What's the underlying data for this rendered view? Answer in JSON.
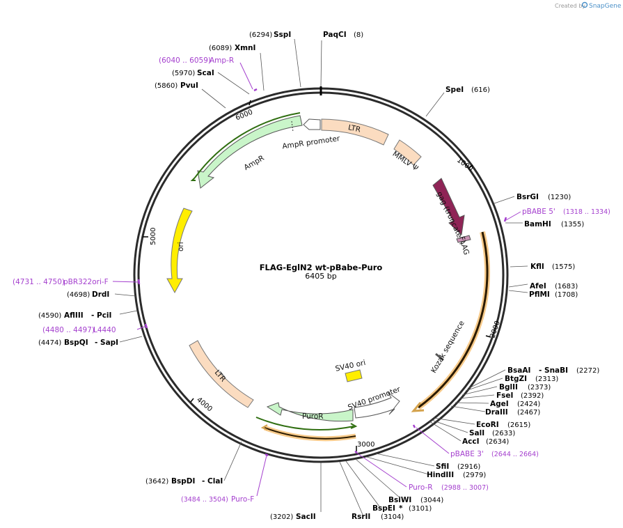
{
  "title": "FLAG-EglN2 wt-pBabe-Puro",
  "size": "6405 bp",
  "branding": {
    "created_by": "Created by",
    "app": "SnapGene"
  },
  "ticks": [
    "1000",
    "2000",
    "3000",
    "4000",
    "5000",
    "6000"
  ],
  "sites": [
    {
      "id": "sspi",
      "pos": "(6294)",
      "name": "SspI"
    },
    {
      "id": "paqci",
      "pos": "(8)",
      "name": "PaqCI"
    },
    {
      "id": "xmni",
      "pos": "(6089)",
      "name": "XmnI"
    },
    {
      "id": "scai",
      "pos": "(5970)",
      "name": "ScaI"
    },
    {
      "id": "pvui",
      "pos": "(5860)",
      "name": "PvuI"
    },
    {
      "id": "spei",
      "pos": "(616)",
      "name": "SpeI"
    },
    {
      "id": "bsrgi",
      "pos": "(1230)",
      "name": "BsrGI"
    },
    {
      "id": "bamhi",
      "pos": "(1355)",
      "name": "BamHI"
    },
    {
      "id": "kfli",
      "pos": "(1575)",
      "name": "KflI"
    },
    {
      "id": "afei",
      "pos": "(1683)",
      "name": "AfeI"
    },
    {
      "id": "pflmi",
      "pos": "(1708)",
      "name": "PflMI"
    },
    {
      "id": "drdi",
      "pos": "(4698)",
      "name": "DrdI"
    },
    {
      "id": "aflIII",
      "pos": "(4590)",
      "name": "AflIII",
      "name2": "- PciI"
    },
    {
      "id": "bspqi",
      "pos": "(4474)",
      "name": "BspQI",
      "name2": "- SapI"
    },
    {
      "id": "bsaai",
      "pos": "(2272)",
      "name": "BsaAI",
      "name2": "- SnaBI"
    },
    {
      "id": "btgzi",
      "pos": "(2313)",
      "name": "BtgZI"
    },
    {
      "id": "bglii",
      "pos": "(2373)",
      "name": "BglII"
    },
    {
      "id": "fsei",
      "pos": "(2392)",
      "name": "FseI"
    },
    {
      "id": "agei",
      "pos": "(2424)",
      "name": "AgeI"
    },
    {
      "id": "draiii",
      "pos": "(2467)",
      "name": "DraIII"
    },
    {
      "id": "ecori",
      "pos": "(2615)",
      "name": "EcoRI"
    },
    {
      "id": "sali",
      "pos": "(2633)",
      "name": "SalI"
    },
    {
      "id": "acci",
      "pos": "(2634)",
      "name": "AccI"
    },
    {
      "id": "sfii",
      "pos": "(2916)",
      "name": "SfiI"
    },
    {
      "id": "hindiii",
      "pos": "(2979)",
      "name": "HindIII"
    },
    {
      "id": "bsiwi",
      "pos": "(3044)",
      "name": "BsiWI"
    },
    {
      "id": "bspei",
      "pos": "(3101)",
      "name": "BspEI",
      "mark": "*"
    },
    {
      "id": "rsrii",
      "pos": "(3104)",
      "name": "RsrII"
    },
    {
      "id": "sacii",
      "pos": "(3202)",
      "name": "SacII"
    },
    {
      "id": "bspdi",
      "pos": "(3642)",
      "name": "BspDI",
      "name2": "- ClaI"
    }
  ],
  "primers": [
    {
      "id": "ampr",
      "range": "(6040 .. 6059)",
      "name": "Amp-R"
    },
    {
      "id": "pbabe5",
      "range": "(1318 .. 1334)",
      "name": "pBABE 5'"
    },
    {
      "id": "pbr322",
      "range": "(4731 .. 4750)",
      "name": "pBR322ori-F"
    },
    {
      "id": "l4440",
      "range": "(4480 .. 4497)",
      "name": "L4440"
    },
    {
      "id": "pbabe3",
      "range": "(2644 .. 2664)",
      "name": "pBABE 3'"
    },
    {
      "id": "puror",
      "range": "(2988 .. 3007)",
      "name": "Puro-R"
    },
    {
      "id": "purof",
      "range": "(3484 .. 3504)",
      "name": "Puro-F"
    }
  ],
  "features": {
    "ltr_top": "LTR",
    "mmlv": "MMLV Ψ",
    "gag": "gag (truncated)",
    "flag": "FLAG",
    "ampr": "AmpR",
    "ampr_promoter": "AmpR promoter",
    "ori": "ori",
    "kozak": "Kozak sequence",
    "sv40_ori": "SV40 ori",
    "sv40_promoter": "SV40 promoter",
    "puror": "PuroR",
    "ltr_bottom": "LTR"
  },
  "colors": {
    "backbone": "#2b2b2b",
    "primer": "#a43fce",
    "ampr": "#c9f5c9",
    "orf_border": "#2f6e10",
    "orf_fill": "#d4a24c",
    "orf_glow": "#f7ca8a",
    "ltr": "#fbdcc0",
    "gag": "#8f2456",
    "ori": "#ffee00",
    "sv40_ori": "#ffee00",
    "flag": "#c993b5"
  }
}
